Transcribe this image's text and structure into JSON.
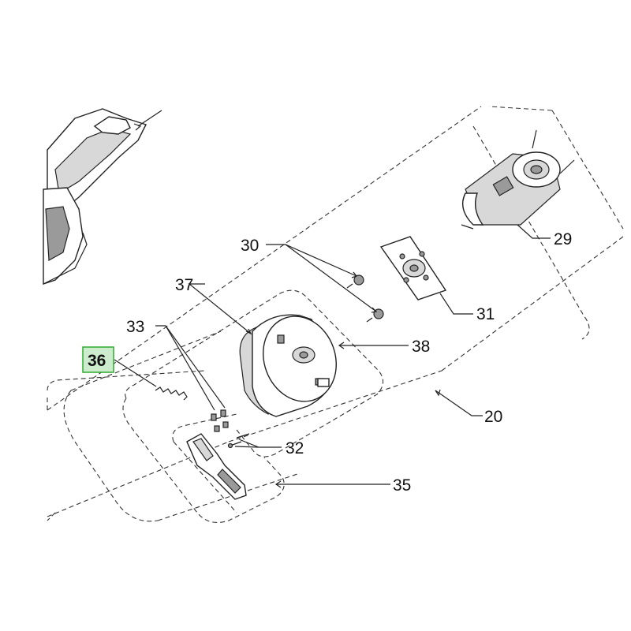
{
  "labels": {
    "l20": "20",
    "l29": "29",
    "l30": "30",
    "l31": "31",
    "l32": "32",
    "l33": "33",
    "l35": "35",
    "l36": "36",
    "l37": "37",
    "l38": "38"
  },
  "highlighted_label": "36",
  "colors": {
    "highlight_fill": "#cdeccd",
    "highlight_stroke": "#2eaa2e",
    "line": "#222222"
  }
}
